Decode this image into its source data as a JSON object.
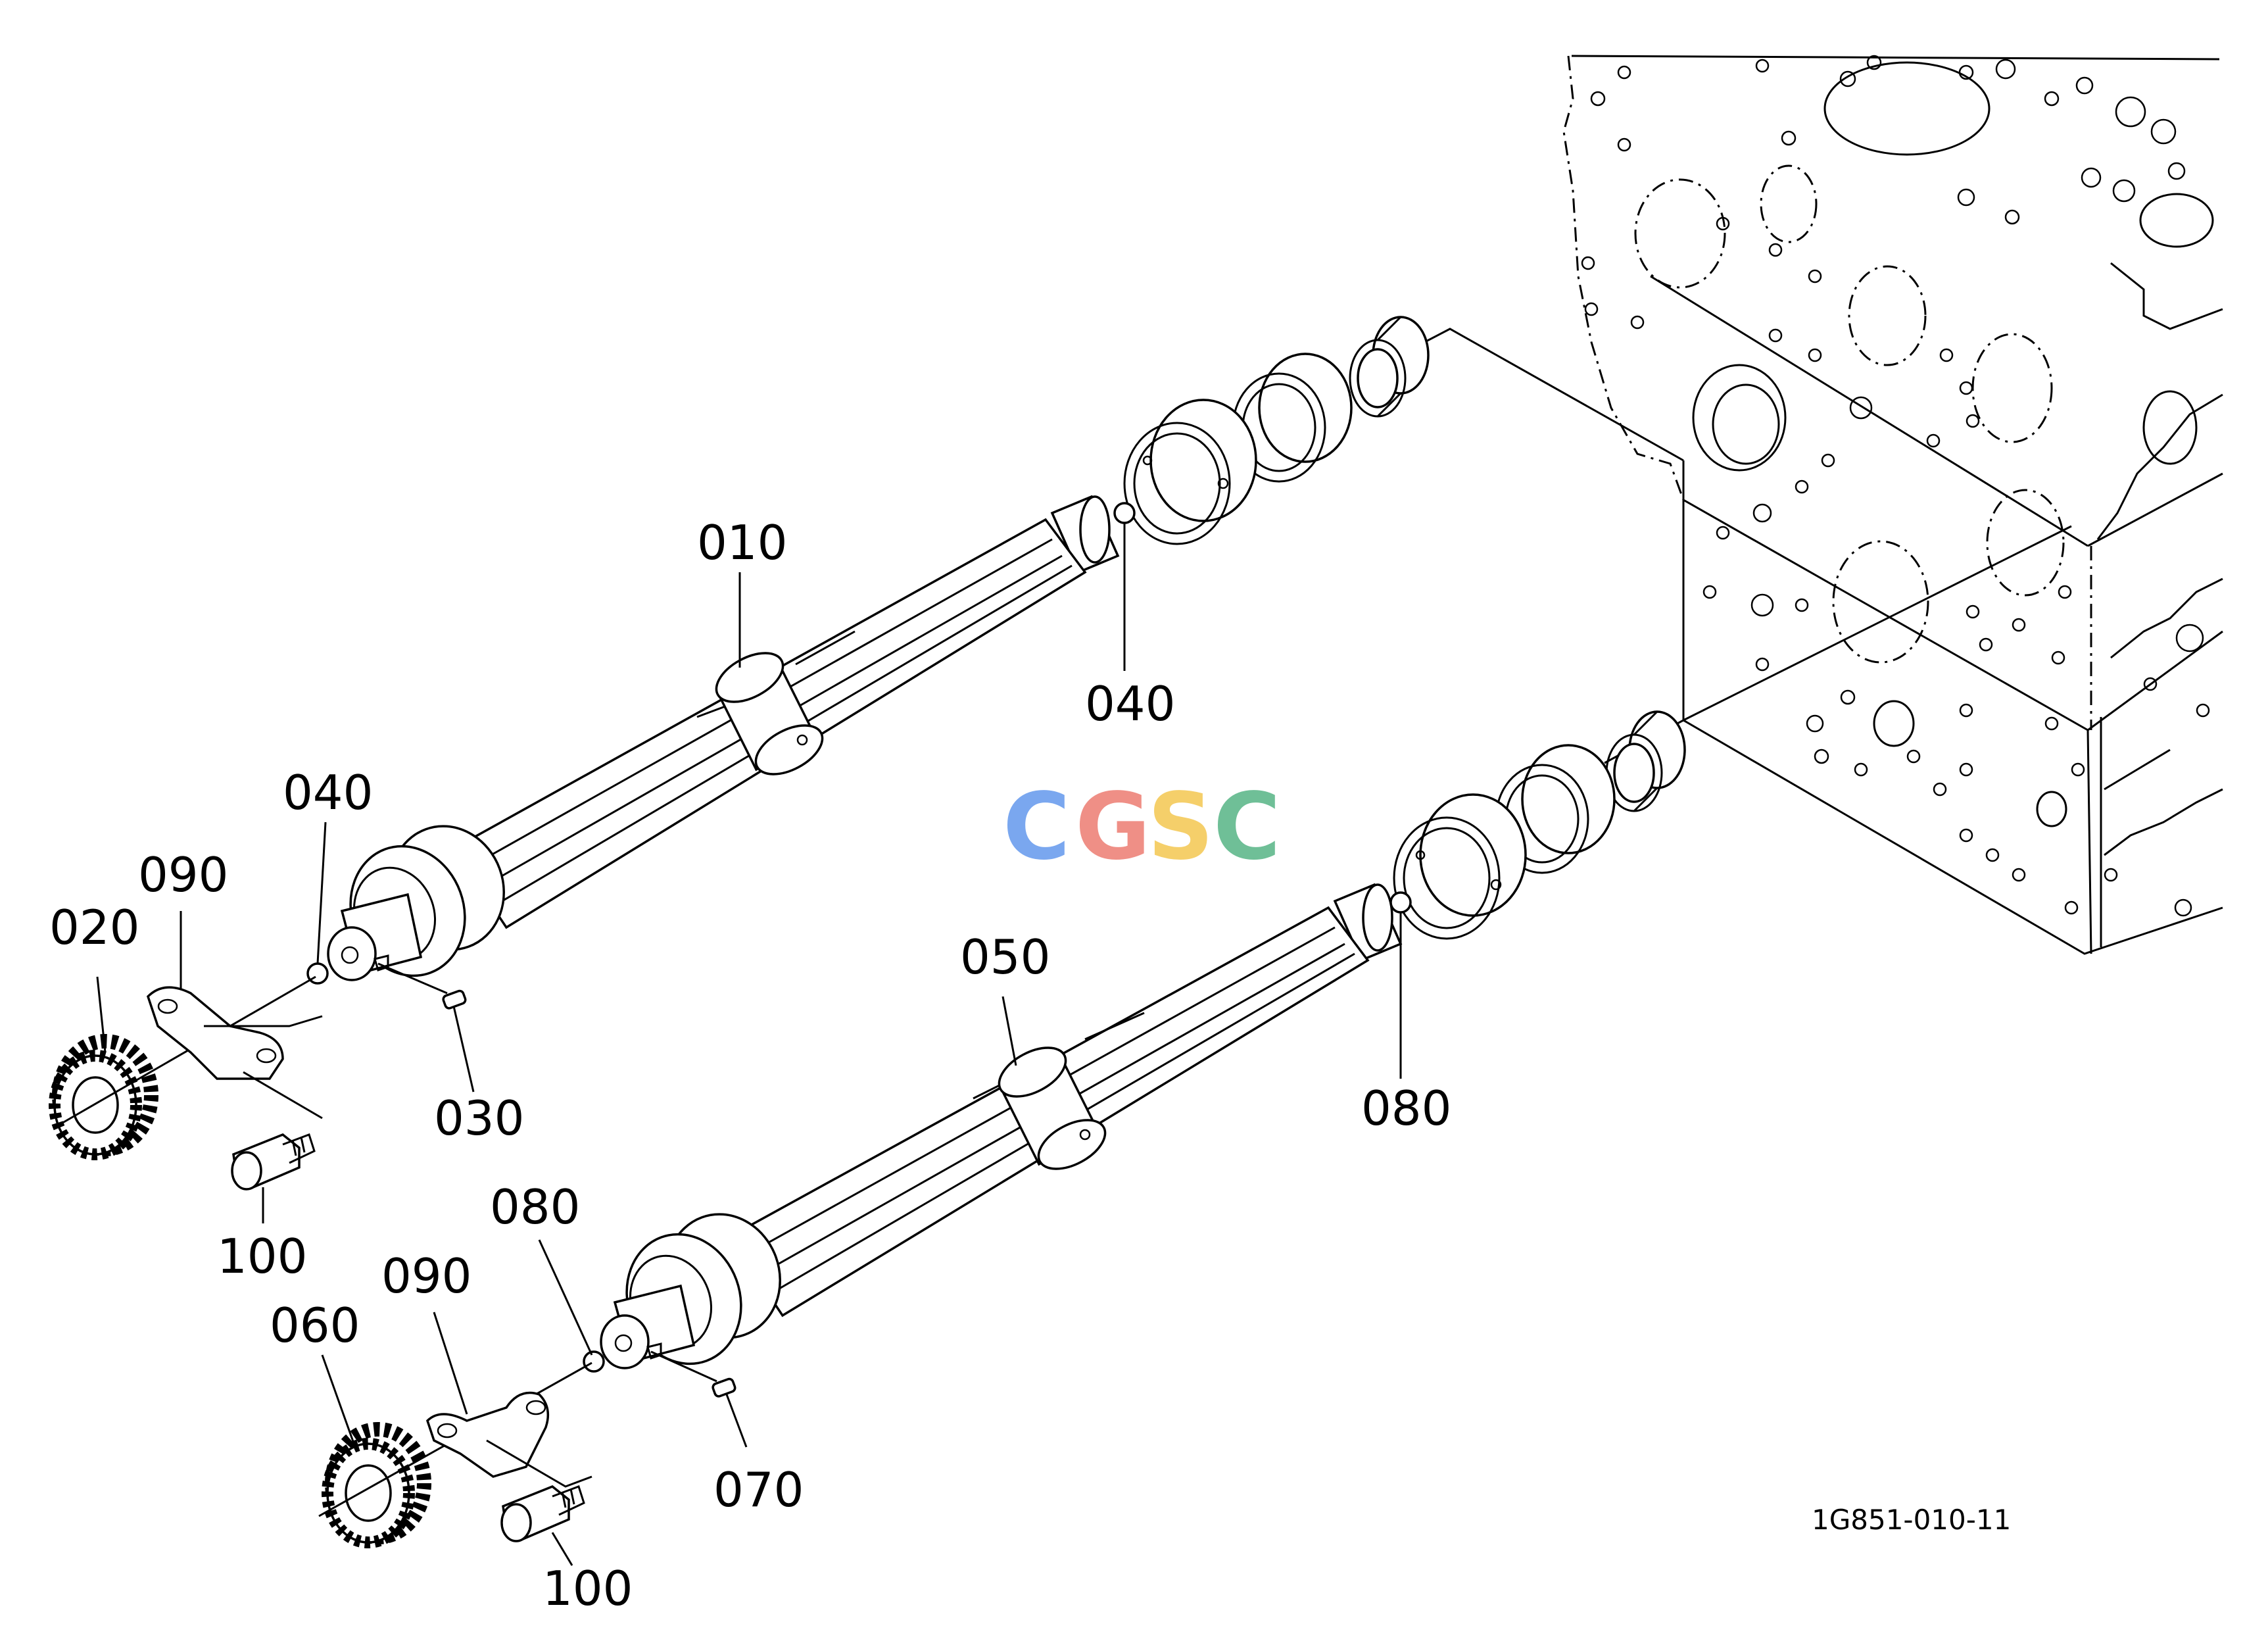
{
  "callouts": [
    {
      "id": "c010",
      "label": "010"
    },
    {
      "id": "c040a",
      "label": "040"
    },
    {
      "id": "c040b",
      "label": "040"
    },
    {
      "id": "c090a",
      "label": "090"
    },
    {
      "id": "c020",
      "label": "020"
    },
    {
      "id": "c030",
      "label": "030"
    },
    {
      "id": "c100a",
      "label": "100"
    },
    {
      "id": "c050",
      "label": "050"
    },
    {
      "id": "c080a",
      "label": "080"
    },
    {
      "id": "c080b",
      "label": "080"
    },
    {
      "id": "c090b",
      "label": "090"
    },
    {
      "id": "c060",
      "label": "060"
    },
    {
      "id": "c070",
      "label": "070"
    },
    {
      "id": "c100b",
      "label": "100"
    }
  ],
  "figure_id": "1G851-010-11",
  "watermark": {
    "letters": [
      "C",
      "G",
      "S",
      "C"
    ],
    "colors": [
      "#7aa7ef",
      "#ef8f86",
      "#f5cf6a",
      "#6fbf97"
    ]
  }
}
